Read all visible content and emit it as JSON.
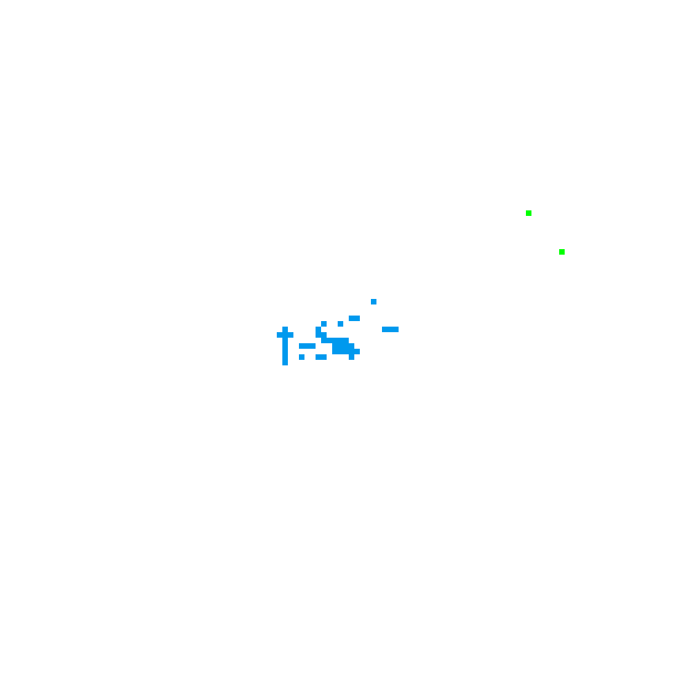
{
  "palette": {
    "background": "#ffffff",
    "blue": "#0099ee",
    "green": "#00ff00"
  },
  "cell_groups": [
    {
      "name": "blue-cluster",
      "color_key": "blue",
      "cells": [
        [
          67,
          54
        ],
        [
          63,
          57
        ],
        [
          64,
          57
        ],
        [
          58,
          58
        ],
        [
          61,
          58
        ],
        [
          51,
          59
        ],
        [
          57,
          59
        ],
        [
          69,
          59
        ],
        [
          70,
          59
        ],
        [
          71,
          59
        ],
        [
          50,
          60
        ],
        [
          51,
          60
        ],
        [
          52,
          60
        ],
        [
          57,
          60
        ],
        [
          58,
          60
        ],
        [
          51,
          61
        ],
        [
          58,
          61
        ],
        [
          59,
          61
        ],
        [
          60,
          61
        ],
        [
          61,
          61
        ],
        [
          62,
          61
        ],
        [
          51,
          62
        ],
        [
          54,
          62
        ],
        [
          55,
          62
        ],
        [
          56,
          62
        ],
        [
          60,
          62
        ],
        [
          61,
          62
        ],
        [
          62,
          62
        ],
        [
          63,
          62
        ],
        [
          51,
          63
        ],
        [
          60,
          63
        ],
        [
          61,
          63
        ],
        [
          62,
          63
        ],
        [
          63,
          63
        ],
        [
          64,
          63
        ],
        [
          51,
          64
        ],
        [
          54,
          64
        ],
        [
          57,
          64
        ],
        [
          58,
          64
        ],
        [
          63,
          64
        ],
        [
          51,
          65
        ]
      ]
    },
    {
      "name": "green-markers",
      "color_key": "green",
      "cells": [
        [
          95,
          38
        ],
        [
          101,
          45
        ]
      ]
    }
  ]
}
